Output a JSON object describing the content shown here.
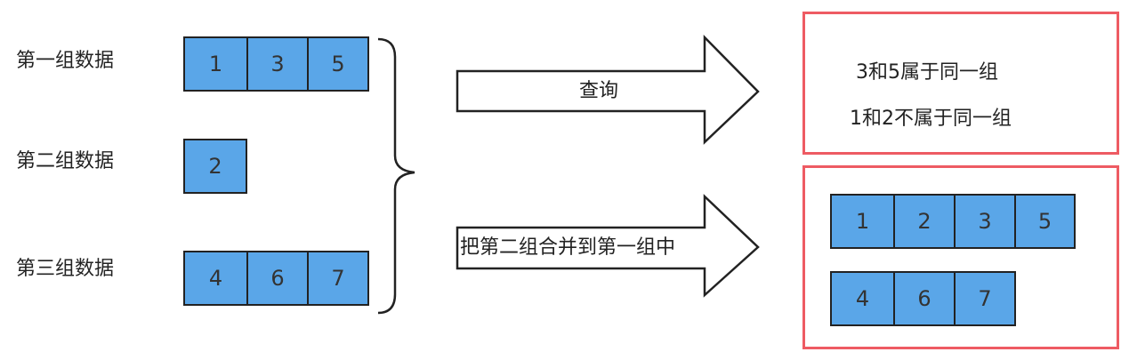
{
  "groups": [
    {
      "label": "第一组数据",
      "values": [
        "1",
        "3",
        "5"
      ]
    },
    {
      "label": "第二组数据",
      "values": [
        "2"
      ]
    },
    {
      "label": "第三组数据",
      "values": [
        "4",
        "6",
        "7"
      ]
    }
  ],
  "operations": {
    "query": "查询",
    "merge": "把第二组合并到第一组中"
  },
  "query_result": {
    "line1": "3和5属于同一组",
    "line2": "1和2不属于同一组"
  },
  "merge_result": {
    "group_a": [
      "1",
      "2",
      "3",
      "5"
    ],
    "group_b": [
      "4",
      "6",
      "7"
    ]
  },
  "colors": {
    "cell_fill": "#5aa6e8",
    "cell_border": "#222222",
    "result_border": "#ee5b63"
  }
}
